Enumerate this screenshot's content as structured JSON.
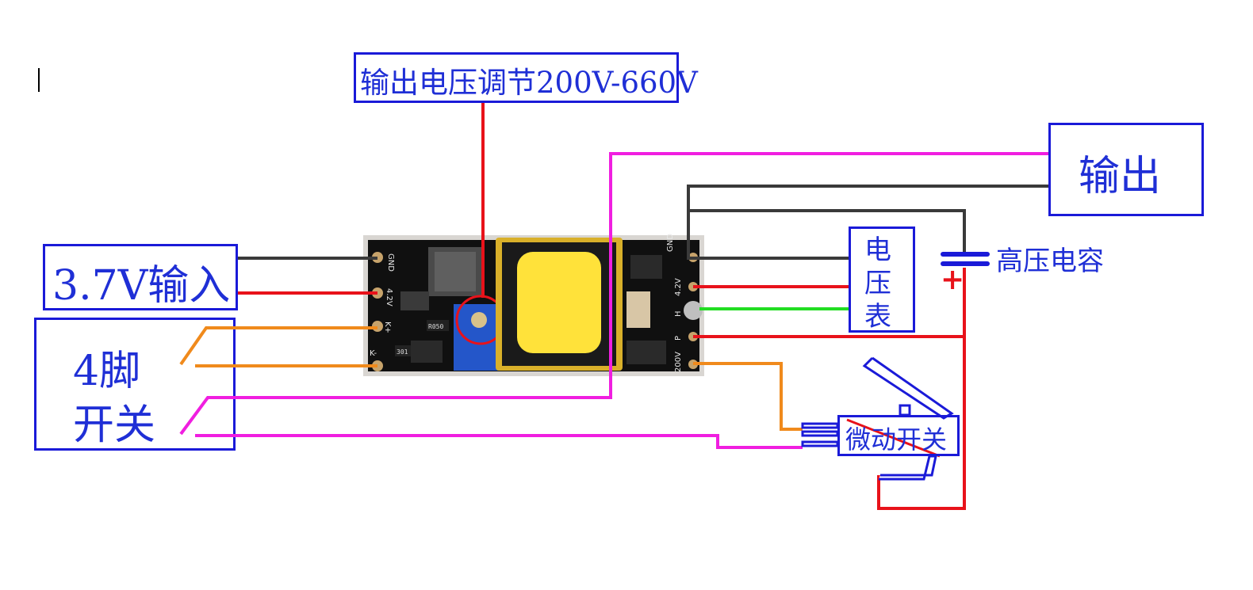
{
  "labels": {
    "adjust": "输出电压调节200V-660V",
    "output": "输出",
    "input": "3.7V输入",
    "switch4_line1": "4脚",
    "switch4_line2": "开关",
    "voltmeter_1": "电",
    "voltmeter_2": "压",
    "voltmeter_3": "表",
    "capacitor": "高压电容",
    "cap_plus": "+",
    "micro_switch": "微动开关"
  },
  "board_silk": {
    "gnd_left": "GND",
    "v42_left": "4.2V",
    "k_plus": "K+",
    "k_minus": "K-",
    "gnd_right": "GND",
    "v42_right": "4.2V",
    "h": "H",
    "p": "P",
    "v200": "200V",
    "r1": "R050",
    "r2": "301"
  },
  "colors": {
    "box_border": "#1a1ad8",
    "text_blue": "#1f2fd6",
    "wire_black": "#3a3a3a",
    "wire_red": "#e8121a",
    "wire_orange": "#f08a1c",
    "wire_magenta": "#f01ee0",
    "wire_green": "#22dd22",
    "board_pcb": "#111111",
    "transformer_yellow": "#ffe23a",
    "potentiometer_blue": "#2456c9"
  }
}
